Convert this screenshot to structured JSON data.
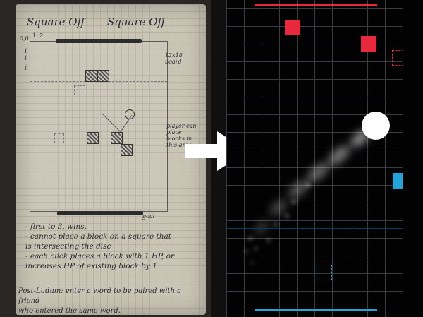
{
  "sketch": {
    "title_left": "Square Off",
    "title_right": "Square Off",
    "axis_labels": [
      "0,0",
      "1",
      "2",
      "1",
      "1",
      "1"
    ],
    "side_note_top": "12x18 board",
    "side_note_mid": "player can place blocks in this area",
    "goal_label": "goal",
    "rules": [
      "- first to 3, wins.",
      "- cannot place a block on a square that",
      "  is intersecting the disc",
      "- each click places a block with 1 HP, or",
      "  increases HP of existing block by 1"
    ],
    "post_ludum": [
      "Post-Ludum: enter a word to be paired with a friend",
      "who entered the same word."
    ]
  },
  "colors": {
    "red": "#e8283c",
    "blue": "#1fa5d8",
    "grid": "#3a3a40",
    "ball": "#ffffff"
  },
  "icons": {
    "arrow": "right-arrow-icon"
  }
}
